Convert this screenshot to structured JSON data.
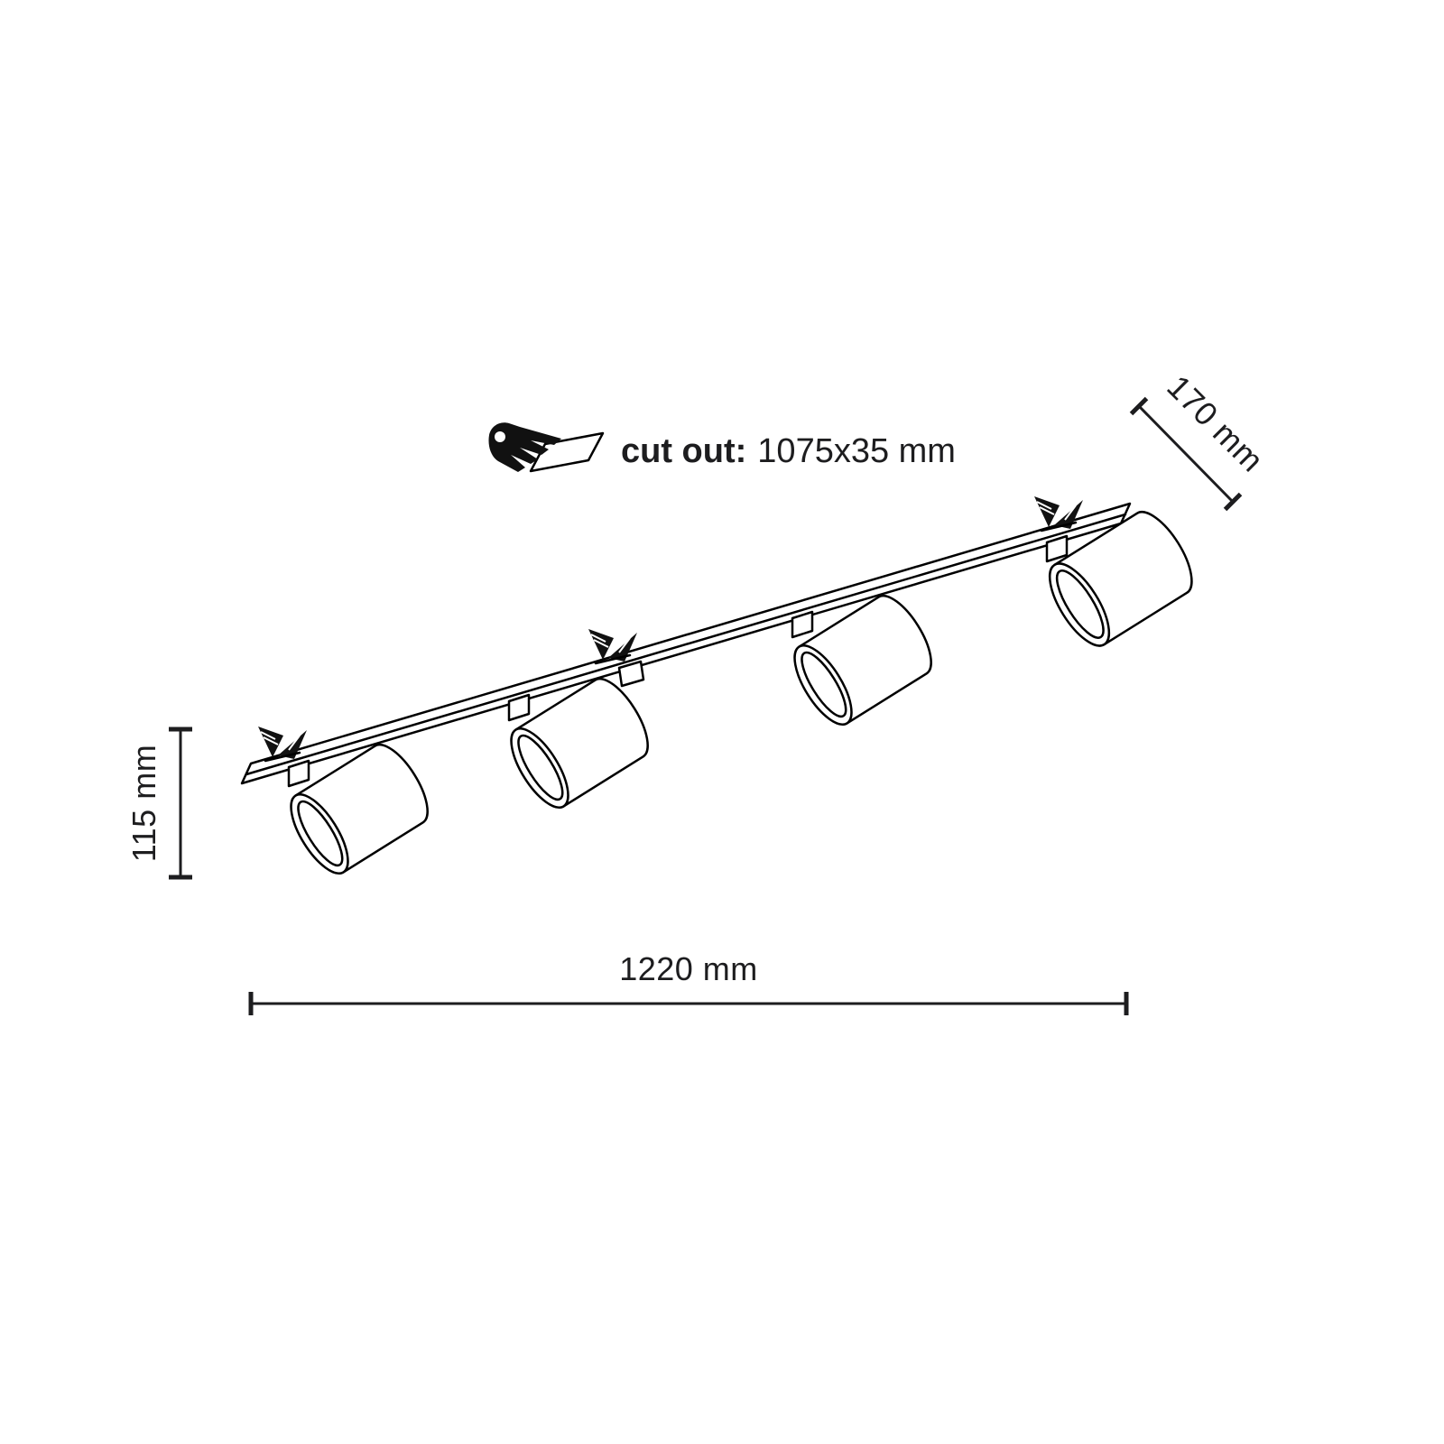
{
  "labels": {
    "cutout_label": "cut out:",
    "cutout_value": "1075x35 mm",
    "dim_depth": "170 mm",
    "dim_height": "115 mm",
    "dim_length": "1220 mm"
  },
  "style": {
    "background": "#ffffff",
    "line_color": "#000000",
    "text_color": "#1d1d1f"
  },
  "fixture": {
    "spot_count": 4
  }
}
